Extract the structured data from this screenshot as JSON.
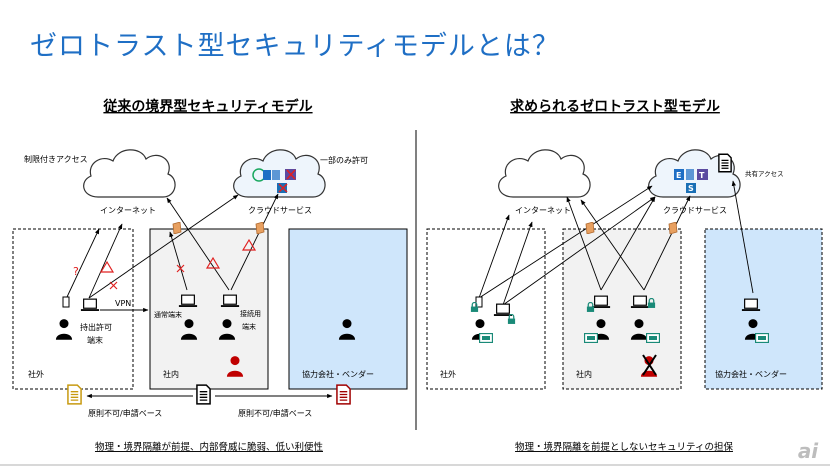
{
  "title": "ゼロトラスト型セキュリティモデルとは？",
  "left": {
    "heading": "従来の境界型セキュリティモデル",
    "restricted_access": "制限付きアクセス",
    "partial_allow": "一部のみ許可",
    "internet": "インターネット",
    "cloud": "クラウドサービス",
    "vpn": "VPN",
    "carryout_device_1": "持出許可",
    "carryout_device_2": "端末",
    "normal_device": "通常端末",
    "connect_device_1": "接続用",
    "connect_device_2": "端末",
    "zone_outside": "社外",
    "zone_inside": "社内",
    "zone_partner": "協力会社・ベンダー",
    "policy_left": "原則不可/申請ベース",
    "policy_right": "原則不可/申請ベース",
    "question_mark": "?",
    "caption": "物理・境界隔離が前提、内部脅威に脆弱、低い利便性"
  },
  "right": {
    "heading": "求められるゼロトラスト型モデル",
    "shared_access": "共有アクセス",
    "internet": "インターネット",
    "cloud": "クラウドサービス",
    "zone_outside": "社外",
    "zone_inside": "社内",
    "zone_partner": "協力会社・ベンダー",
    "caption": "物理・境界隔離を前提としないセキュリティの担保"
  },
  "app_icons": {
    "exchange": "E",
    "teams": "T",
    "sharepoint": "S"
  },
  "logo": "ai",
  "colors": {
    "title": "#1f6fc5",
    "warning": "#e02020",
    "lock": "#1a8a78",
    "partner_fill": "#cfe6fb",
    "inside_fill": "#f2f2f2",
    "firewall": "#e8a060"
  }
}
